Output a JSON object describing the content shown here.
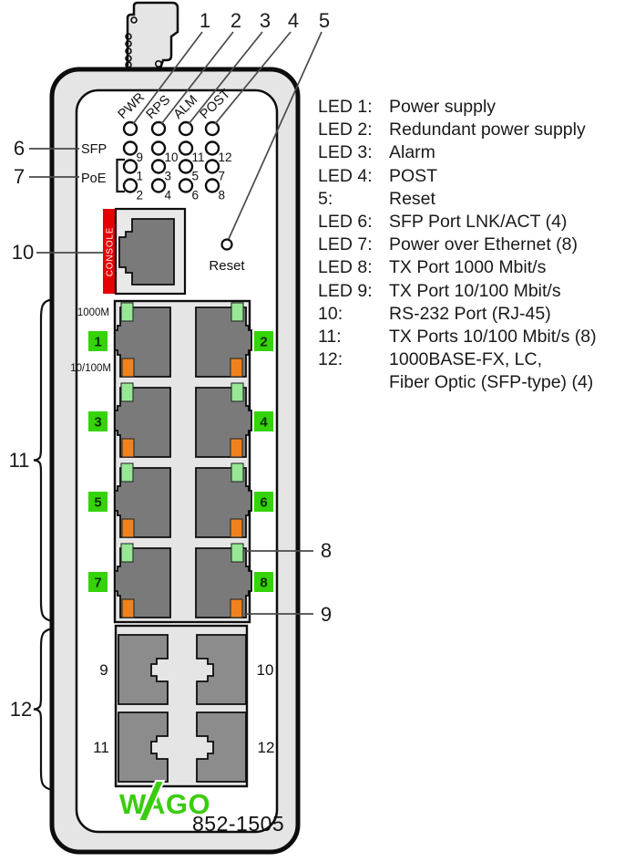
{
  "device": {
    "brand": "WAGO",
    "model": "852-1505",
    "console_label": "CONSOLE",
    "reset_label": "Reset",
    "led_top_labels": [
      "PWR",
      "RPS",
      "ALM",
      "POST"
    ],
    "led_sfp_label": "SFP",
    "led_poe_label": "PoE",
    "led_row2_numbers": [
      "9",
      "10",
      "11",
      "12"
    ],
    "led_row3_numbers": [
      "1",
      "3",
      "5",
      "7"
    ],
    "led_row4_numbers": [
      "2",
      "4",
      "6",
      "8"
    ],
    "speed_label_top": "1000M",
    "speed_label_bottom": "10/100M",
    "ports_left": [
      "1",
      "3",
      "5",
      "7"
    ],
    "ports_right": [
      "2",
      "4",
      "6",
      "8"
    ],
    "sfp_ports": [
      "9",
      "10",
      "11",
      "12"
    ]
  },
  "callouts": {
    "top": [
      "1",
      "2",
      "3",
      "4",
      "5"
    ],
    "left_6": "6",
    "left_7": "7",
    "left_10": "10",
    "brace_11": "11",
    "brace_12": "12",
    "right_8": "8",
    "right_9": "9"
  },
  "legend": {
    "rows": [
      {
        "label": "LED 1:",
        "desc": "Power supply"
      },
      {
        "label": "LED 2:",
        "desc": "Redundant power supply"
      },
      {
        "label": "LED 3:",
        "desc": "Alarm"
      },
      {
        "label": "LED 4:",
        "desc": "POST"
      },
      {
        "label": "5:",
        "desc": "Reset"
      },
      {
        "label": "LED 6:",
        "desc": "SFP Port LNK/ACT (4)"
      },
      {
        "label": "LED 7:",
        "desc": "Power over Ethernet (8)"
      },
      {
        "label": "LED 8:",
        "desc": "TX Port 1000 Mbit/s"
      },
      {
        "label": "LED 9:",
        "desc": "TX Port 10/100 Mbit/s"
      },
      {
        "label": "10:",
        "desc": "RS-232 Port (RJ-45)"
      },
      {
        "label": "11:",
        "desc": "TX Ports 10/100 Mbit/s (8)"
      },
      {
        "label": "12:",
        "desc": "1000BASE-FX, LC,",
        "desc2": "Fiber Optic (SFP-type) (4)"
      }
    ]
  },
  "colors": {
    "badge_green": "#35d30a",
    "led_green": "#97e795",
    "led_orange": "#f0821e",
    "console_red": "#e60000",
    "logo_green": "#3bcc0f",
    "housing_gray": "#e5e5e5",
    "faceplate_white": "#ffffff",
    "jack_gray": "#7a7a7a",
    "cage_gray": "#8c8c8c"
  }
}
